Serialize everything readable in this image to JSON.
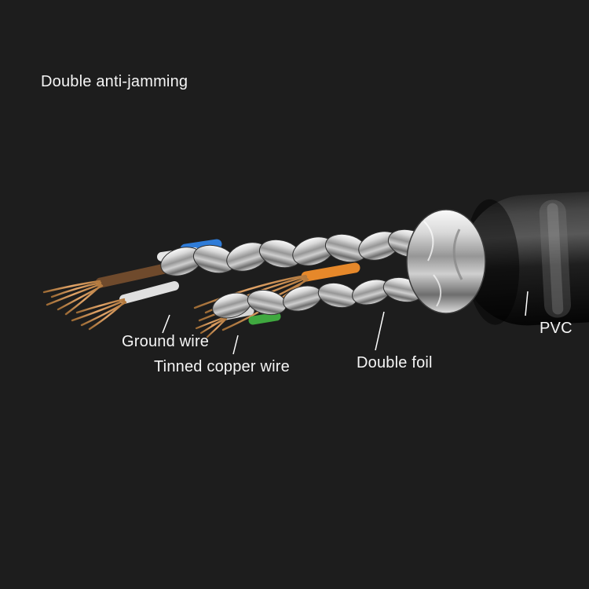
{
  "background": "#1d1d1d",
  "title": "Double anti-jamming",
  "callouts": {
    "ground_wire": "Ground wire",
    "tinned_copper_wire": "Tinned copper wire",
    "double_foil": "Double foil",
    "pvc": "PVC"
  },
  "colors": {
    "label_text": "#f5f5f5",
    "cable_jacket": "#111111",
    "foil_shield": "#c9c9c9",
    "copper_strands": "#c08048",
    "wire_blue": "#2f7cd8",
    "wire_brown": "#6f4a2c",
    "wire_orange": "#e6882a",
    "wire_green": "#3fa83f",
    "wire_white": "#e8e8e8"
  }
}
